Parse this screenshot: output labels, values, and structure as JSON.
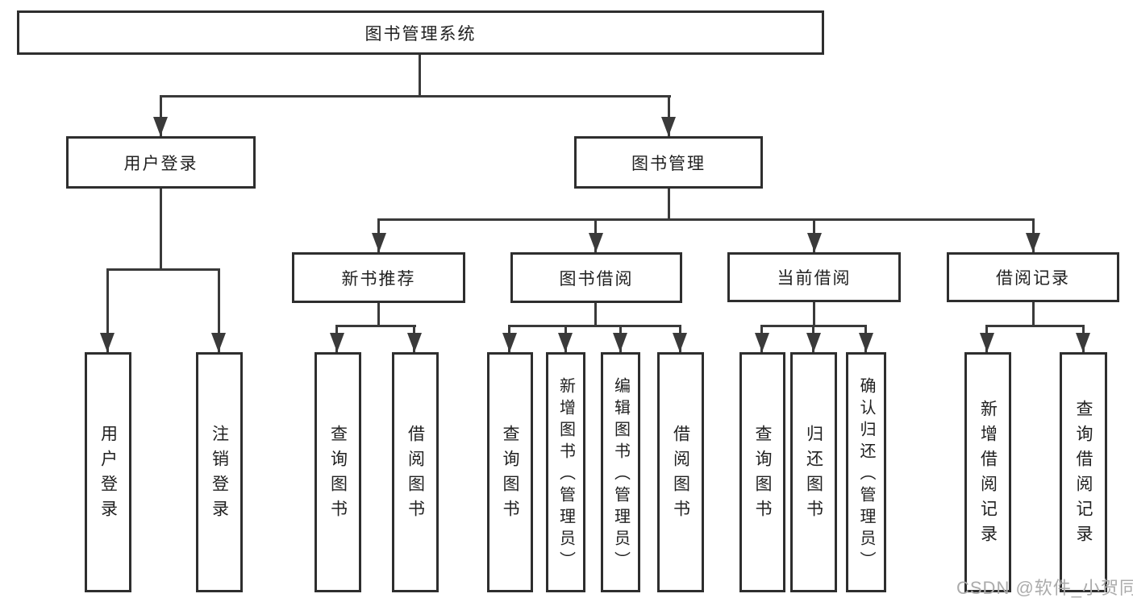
{
  "tree": {
    "label": "图书管理系统",
    "children": [
      {
        "label": "用户登录",
        "children": [
          {
            "label": "用户登录"
          },
          {
            "label": "注销登录"
          }
        ]
      },
      {
        "label": "图书管理",
        "children": [
          {
            "label": "新书推荐",
            "children": [
              {
                "label": "查询图书"
              },
              {
                "label": "借阅图书"
              }
            ]
          },
          {
            "label": "图书借阅",
            "children": [
              {
                "label": "查询图书"
              },
              {
                "label": "新增图书（管理员）"
              },
              {
                "label": "编辑图书（管理员）"
              },
              {
                "label": "借阅图书"
              }
            ]
          },
          {
            "label": "当前借阅",
            "children": [
              {
                "label": "查询图书"
              },
              {
                "label": "归还图书"
              },
              {
                "label": "确认归还（管理员）"
              }
            ]
          },
          {
            "label": "借阅记录",
            "children": [
              {
                "label": "新增借阅记录"
              },
              {
                "label": "查询借阅记录"
              }
            ]
          }
        ]
      }
    ]
  },
  "watermark": {
    "text": "CSDN @软件_小贺同学"
  },
  "colors": {
    "line": "#3a3a3a",
    "box_border": "#2e2e2e",
    "box_fill": "#ffffff",
    "text": "#212121",
    "watermark": "#ababab",
    "background": "#ffffff"
  }
}
